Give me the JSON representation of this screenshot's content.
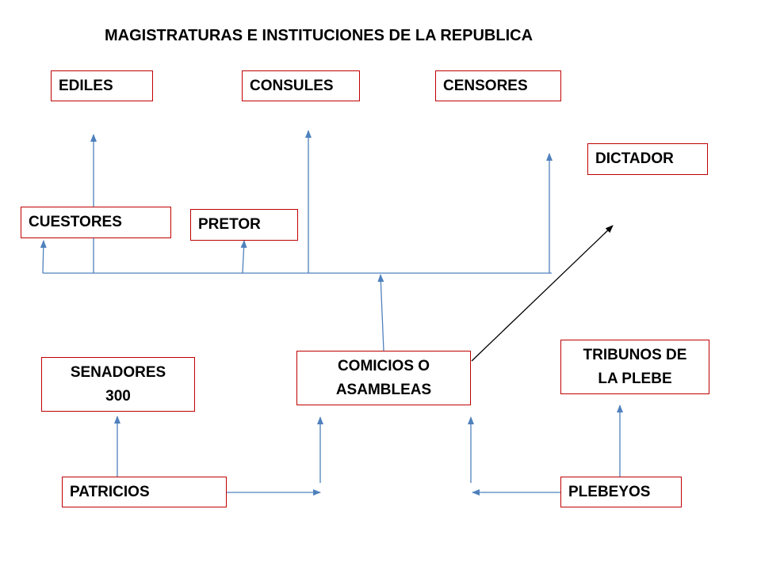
{
  "title": "MAGISTRATURAS E INSTITUCIONES DE LA REPUBLICA",
  "nodes": {
    "ediles": "EDILES",
    "consules": "CONSULES",
    "censores": "CENSORES",
    "dictador": "DICTADOR",
    "cuestores": "CUESTORES",
    "pretor": "PRETOR",
    "senadores_line1": "SENADORES",
    "senadores_line2": "300",
    "comicios_line1": "COMICIOS O",
    "comicios_line2": "ASAMBLEAS",
    "tribunos_line1": "TRIBUNOS DE",
    "tribunos_line2": "LA PLEBE",
    "patricios": "PATRICIOS",
    "plebeyos": "PLEBEYOS"
  },
  "colors": {
    "box_border": "#c00000",
    "arrow_blue": "#4f81bd",
    "arrow_black": "#000000"
  }
}
